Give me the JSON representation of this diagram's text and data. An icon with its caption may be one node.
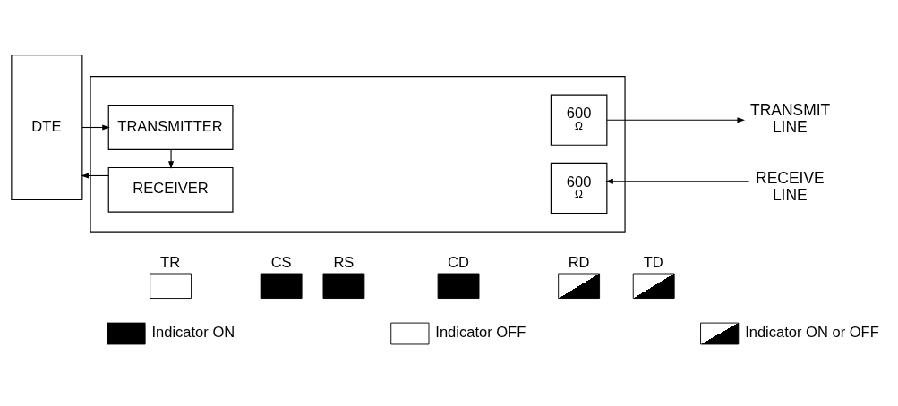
{
  "diagram": {
    "nodes": [
      {
        "text": [
          "DTE"
        ]
      },
      {
        "text": [],
        "shape": "box"
      },
      {
        "text": [
          "TRANSMITTER"
        ],
        "in": 1
      },
      {
        "text": [
          "RECEIVER"
        ],
        "in": 1
      },
      {
        "text": [
          "600",
          "Ω"
        ],
        "in": 1
      },
      {
        "text": [
          "600",
          "Ω"
        ],
        "in": 1
      },
      {
        "text": [
          "TRANSMIT LINE"
        ]
      },
      {
        "text": [
          "RECEIVE LINE"
        ]
      },
      {
        "text": [
          "TR"
        ]
      },
      {
        "text": [
          "CS"
        ]
      },
      {
        "text": [
          "RS"
        ]
      },
      {
        "text": [
          "CD"
        ]
      },
      {
        "text": [
          "RD"
        ]
      },
      {
        "text": [
          "TD"
        ]
      }
    ],
    "edges": [
      {
        "from": 0,
        "to": 2,
        "arrow": "to"
      },
      {
        "from": 2,
        "to": 3,
        "arrow": "to"
      },
      {
        "from": 3,
        "to": 0,
        "arrow": "to"
      },
      {
        "from": 4,
        "to": 6,
        "arrow": "to"
      },
      {
        "from": 7,
        "to": 5,
        "arrow": "to"
      }
    ],
    "legend": [
      {
        "text": "Indicator ON",
        "color": "#000000"
      },
      {
        "text": "Indicator OFF",
        "color": "#ffffff"
      },
      {
        "text": "Indicator ON or OFF"
      }
    ]
  }
}
